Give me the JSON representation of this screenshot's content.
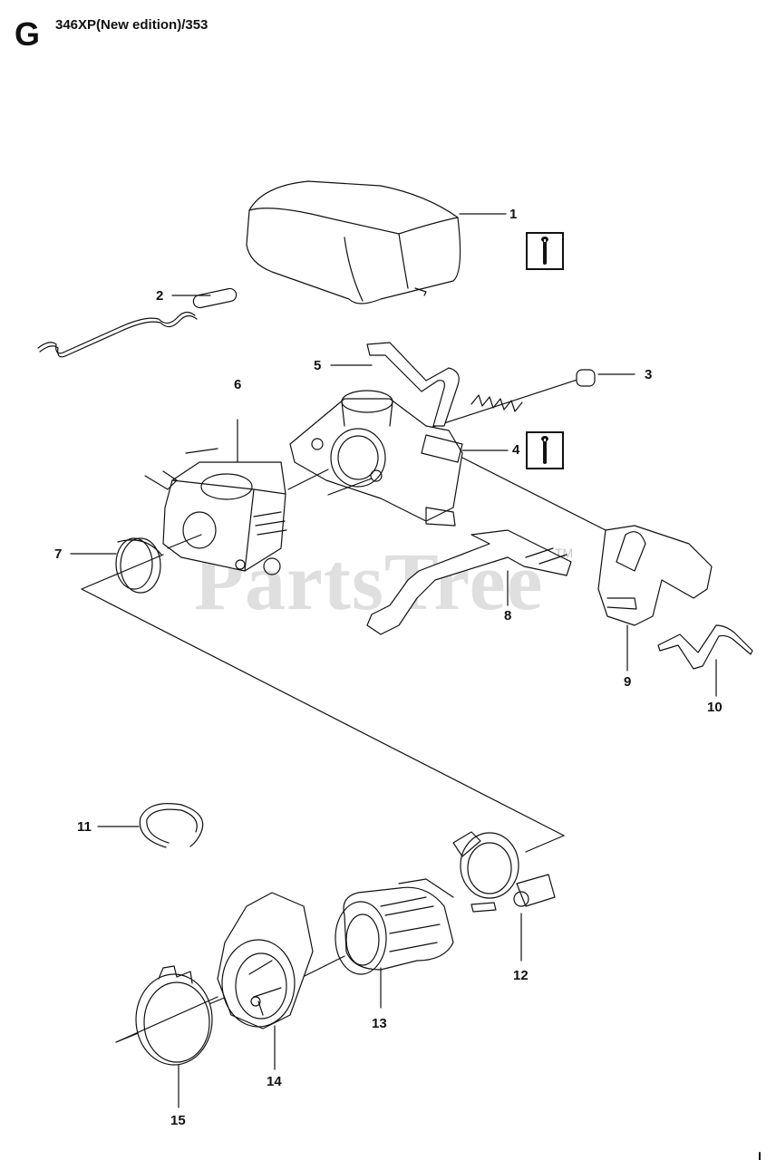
{
  "header": {
    "section_letter": "G",
    "title": "346XP(New edition)/353"
  },
  "watermark": {
    "text": "PartsTree",
    "tm": "TM"
  },
  "callouts": {
    "c1": "1",
    "c2": "2",
    "c3": "3",
    "c4": "4",
    "c5": "5",
    "c6": "6",
    "c7": "7",
    "c8": "8",
    "c9": "9",
    "c10": "10",
    "c11": "11",
    "c12": "12",
    "c13": "13",
    "c14": "14",
    "c15": "15"
  },
  "icons": {
    "service_icon": "wrench-service-icon"
  }
}
